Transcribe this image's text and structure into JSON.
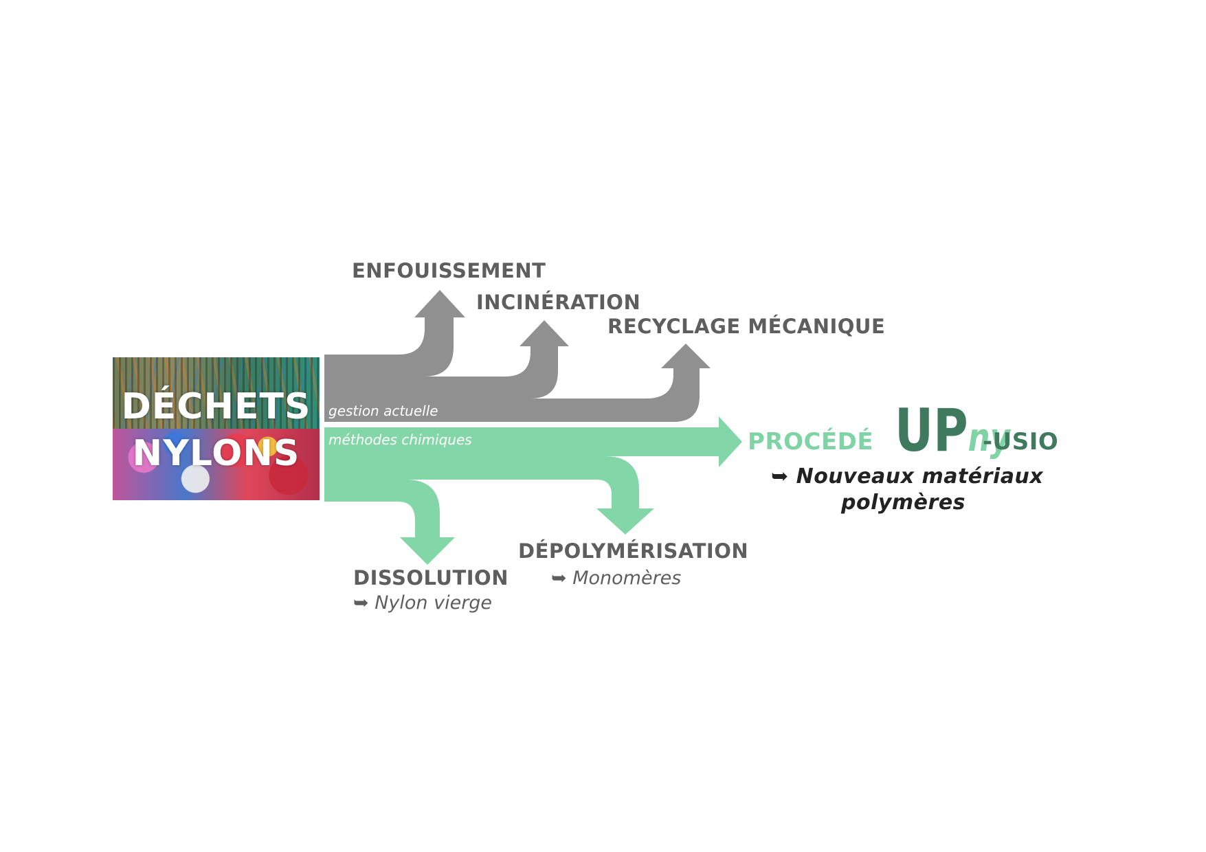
{
  "colors": {
    "gray_flow": "#909090",
    "green_flow": "#83d6a8",
    "dark_text": "#5e5e5e",
    "green_text": "#7fd3a4",
    "black_text": "#222222",
    "logo_green": "#3f7a5e"
  },
  "source": {
    "line1": "DÉCHETS",
    "line2": "NYLONS"
  },
  "flows": {
    "gray_label": "gestion actuelle",
    "green_label": "méthodes chimiques"
  },
  "current_management": {
    "landfill": "ENFOUISSEMENT",
    "incineration": "INCINÉRATION",
    "mechanical_recycling": "RECYCLAGE MÉCANIQUE"
  },
  "chemical_methods": {
    "dissolution": "DISSOLUTION",
    "dissolution_output": "➥ Nylon vierge",
    "depolymerisation": "DÉPOLYMÉRISATION",
    "depolymerisation_output": "➥ Monomères"
  },
  "process": {
    "label": "PROCÉDÉ",
    "logo_suffix": "-USIO",
    "output_line1": "➥ Nouveaux matériaux",
    "output_line2": "polymères"
  },
  "logo": {
    "icon": "upny-logo",
    "letters": "UPny"
  }
}
